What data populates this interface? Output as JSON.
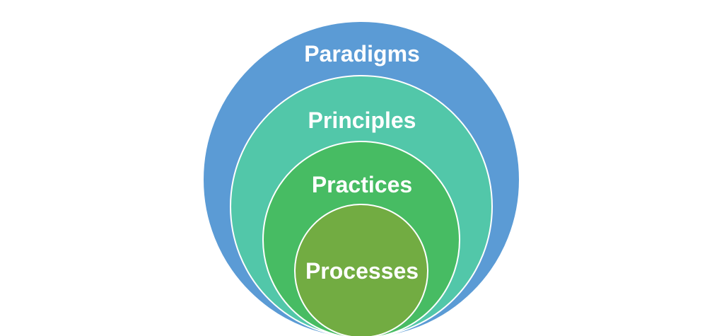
{
  "diagram": {
    "type": "nested-circles",
    "background_color": "#FFFFFF",
    "stroke_color": "#FFFFFF",
    "text_color": "#FFFFFF",
    "layers": [
      {
        "label": "Paradigms",
        "color": "#5B9BD5"
      },
      {
        "label": "Principles",
        "color": "#52C7A9"
      },
      {
        "label": "Practices",
        "color": "#47BC63"
      },
      {
        "label": "Processes",
        "color": "#72AC42"
      }
    ]
  }
}
